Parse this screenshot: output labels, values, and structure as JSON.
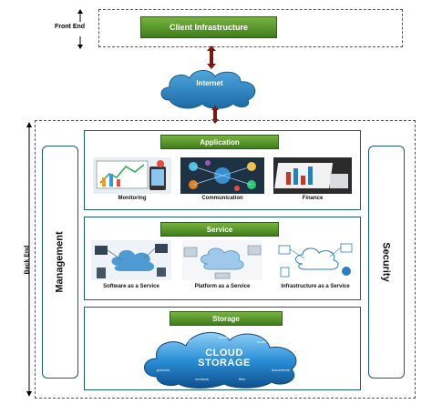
{
  "front_end": {
    "label": "Front End",
    "client_label": "Client Infrastructure"
  },
  "internet": {
    "label": "Internet"
  },
  "back_end": {
    "label": "Back End",
    "management_label": "Management",
    "security_label": "Security",
    "application": {
      "title": "Application",
      "items": [
        "Monitoring",
        "Communication",
        "Finance"
      ]
    },
    "service": {
      "title": "Service",
      "items": [
        "Software as a Service",
        "Platform as a Service",
        "Infrastructure as a Service"
      ]
    },
    "storage": {
      "title": "Storage",
      "cloud_text": "CLOUD STORAGE",
      "cloud_words": [
        "video",
        "share",
        "music",
        "pictures",
        "documents",
        "contacts",
        "files"
      ]
    }
  },
  "colors": {
    "green_title": "#4f9428",
    "border_blue": "#1a5a72",
    "cloud_blue": "#2a7fc1",
    "connector": "#7a1a12"
  }
}
